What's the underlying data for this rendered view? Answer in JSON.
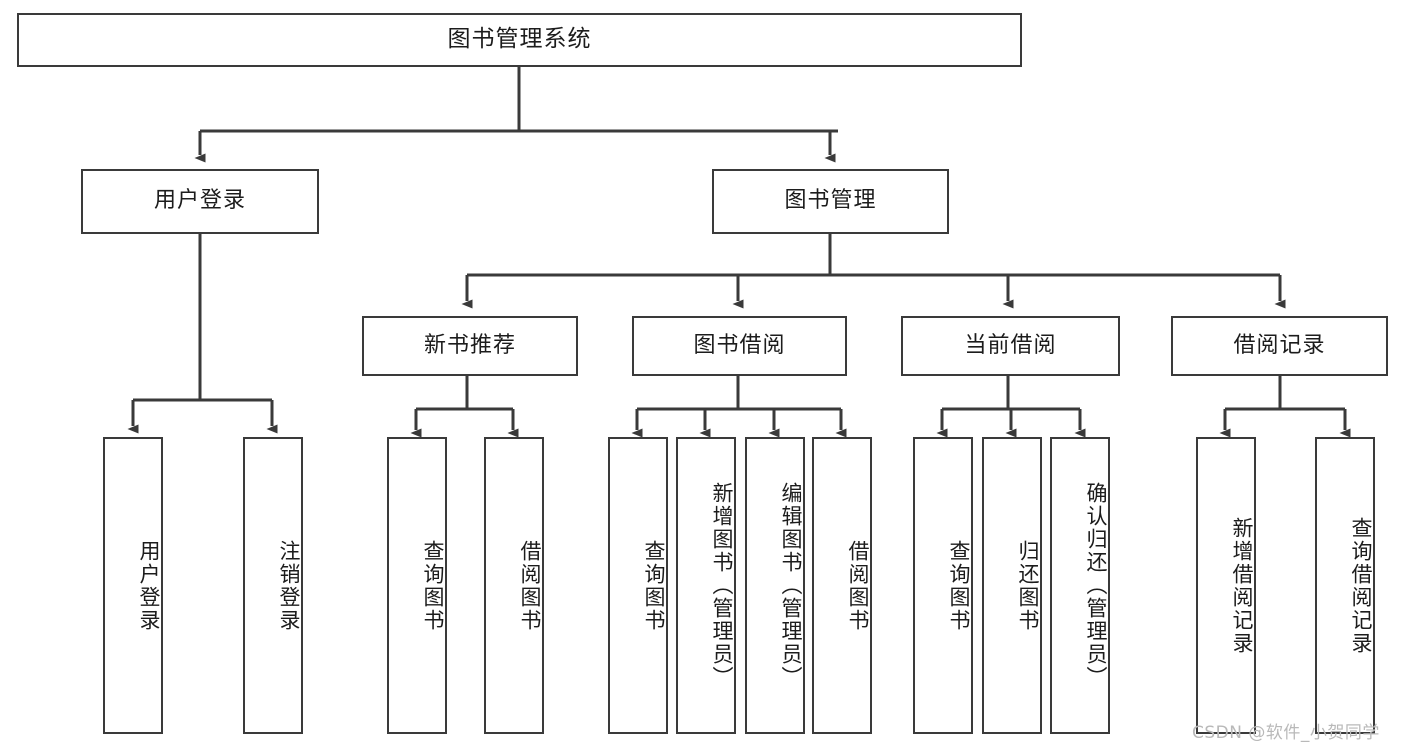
{
  "diagram": {
    "title": "图书管理系统",
    "type": "tree-hierarchy-chart",
    "background_color": "#ffffff",
    "box_border_color": "#3a3a3a",
    "line_color": "#3a3a3a",
    "text_color": "#1c1c1c"
  },
  "nodes": {
    "root": {
      "label": "图书管理系统",
      "level": 1
    },
    "level2": [
      {
        "id": "user-login",
        "label": "用户登录"
      },
      {
        "id": "book-manage",
        "label": "图书管理"
      }
    ],
    "level3": [
      {
        "id": "new-book-recommend",
        "label": "新书推荐"
      },
      {
        "id": "book-borrow",
        "label": "图书借阅"
      },
      {
        "id": "current-borrow",
        "label": "当前借阅"
      },
      {
        "id": "borrow-record",
        "label": "借阅记录"
      }
    ],
    "leaves": {
      "user_login": [
        {
          "id": "leaf-user-login",
          "label": "用户登录"
        },
        {
          "id": "leaf-logout",
          "label": "注销登录"
        }
      ],
      "new_book_recommend": [
        {
          "id": "leaf-query-book-1",
          "label": "查询图书"
        },
        {
          "id": "leaf-borrow-book-1",
          "label": "借阅图书"
        }
      ],
      "book_borrow": [
        {
          "id": "leaf-query-book-2",
          "label": "查询图书"
        },
        {
          "id": "leaf-add-book",
          "label": "新增图书（管理员）"
        },
        {
          "id": "leaf-edit-book",
          "label": "编辑图书（管理员）"
        },
        {
          "id": "leaf-borrow-book-2",
          "label": "借阅图书"
        }
      ],
      "current_borrow": [
        {
          "id": "leaf-query-book-3",
          "label": "查询图书"
        },
        {
          "id": "leaf-return-book",
          "label": "归还图书"
        },
        {
          "id": "leaf-confirm-return",
          "label": "确认归还（管理员）"
        }
      ],
      "borrow_record": [
        {
          "id": "leaf-add-record",
          "label": "新增借阅记录"
        },
        {
          "id": "leaf-query-record",
          "label": "查询借阅记录"
        }
      ]
    }
  },
  "watermark": {
    "text": "CSDN @软件_小贺同学"
  }
}
